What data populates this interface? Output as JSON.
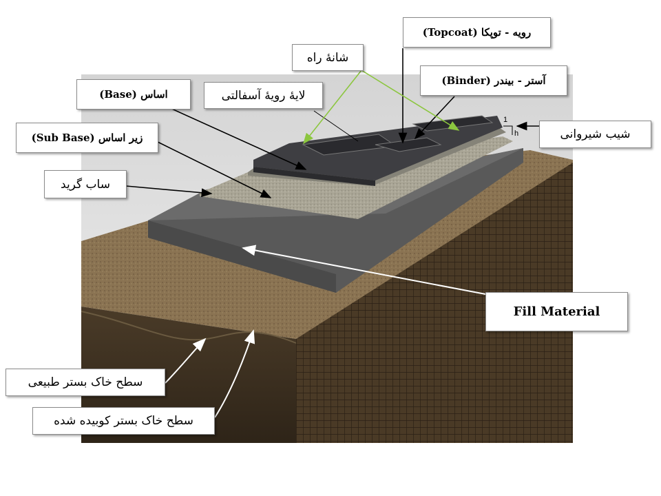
{
  "labels": {
    "topcoat": "(Topcoat) رویه - توپکا",
    "shoulder": "شانهٔ راه",
    "binder": "(Binder) آستر - بیندر",
    "base": "(Base) اساس",
    "asphalt_layer": "لایهٔ رویهٔ آسفالتی",
    "subbase": "(Sub Base) زیر اساس",
    "slope": "شیب شیروانی",
    "subgrade": "ساب گرید",
    "fill": "Fill Material",
    "natural_soil": "سطح خاک بستر طبیعی",
    "compacted_soil": "سطح خاک بستر کوبیده شده"
  },
  "slope_marks": {
    "one": "1",
    "h": "h"
  },
  "colors": {
    "callout_black": "#000000",
    "callout_green": "#8cc63f",
    "callout_white": "#ffffff"
  }
}
